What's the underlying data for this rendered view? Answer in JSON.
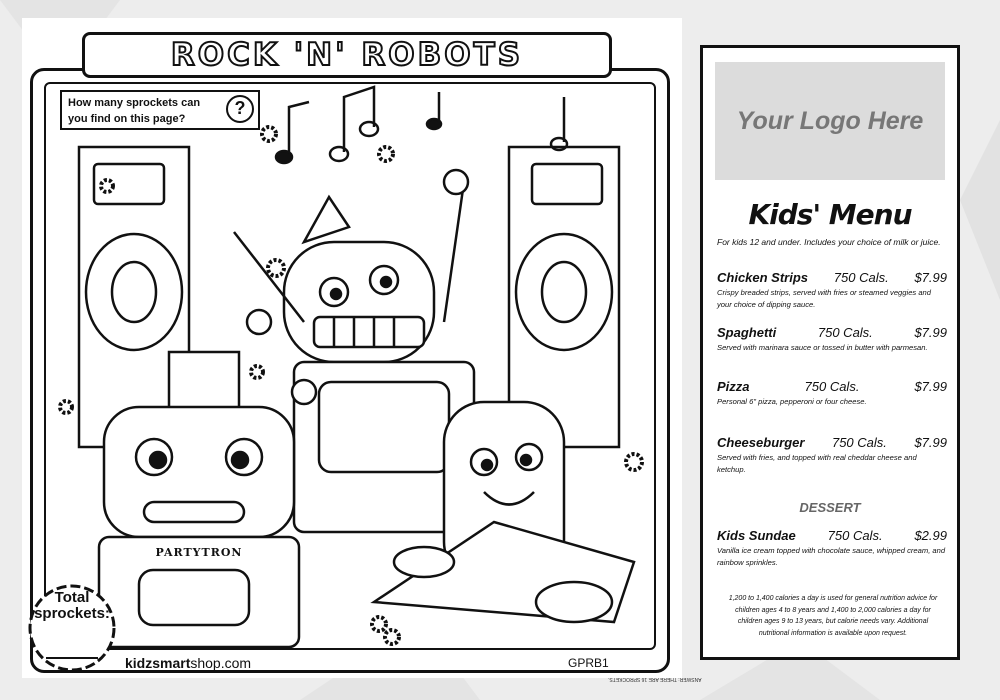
{
  "coloring_page": {
    "title": "ROCK 'N' ROBOTS",
    "question": "How many sprockets can you find on this page?",
    "question_icon": "question-mark-icon",
    "robot_label": "PARTYTRON",
    "total_label": "Total sprockets:",
    "footer_brand_bold": "kidzsmart",
    "footer_brand_rest": "shop.com",
    "code": "GPRB1",
    "answer": "ANSWER: THERE ARE 16 SPROCKETS."
  },
  "menu": {
    "logo_placeholder": "Your Logo Here",
    "title": "Kids' Menu",
    "subtitle": "For kids 12 and under. Includes your choice of milk or juice.",
    "items": [
      {
        "name": "Chicken Strips",
        "cals": "750 Cals.",
        "price": "$7.99",
        "desc": "Crispy breaded strips, served with fries or steamed veggies and your choice of dipping sauce."
      },
      {
        "name": "Spaghetti",
        "cals": "750 Cals.",
        "price": "$7.99",
        "desc": "Served with marinara sauce or tossed in butter with parmesan."
      },
      {
        "name": "Pizza",
        "cals": "750 Cals.",
        "price": "$7.99",
        "desc": "Personal 6\" pizza, pepperoni or four cheese."
      },
      {
        "name": "Cheeseburger",
        "cals": "750 Cals.",
        "price": "$7.99",
        "desc": "Served with fries, and topped with real cheddar cheese and ketchup."
      }
    ],
    "dessert_heading": "DESSERT",
    "dessert": {
      "name": "Kids Sundae",
      "cals": "750 Cals.",
      "price": "$2.99",
      "desc": "Vanilla ice cream topped with chocolate sauce, whipped cream, and rainbow sprinkles."
    },
    "note": "1,200 to 1,400 calories a day is used for general nutrition advice for children ages 4 to 8 years and 1,400 to 2,000 calories a day for children ages 9 to 13 years, but calorie needs vary. Additional nutritional information is available upon request."
  }
}
